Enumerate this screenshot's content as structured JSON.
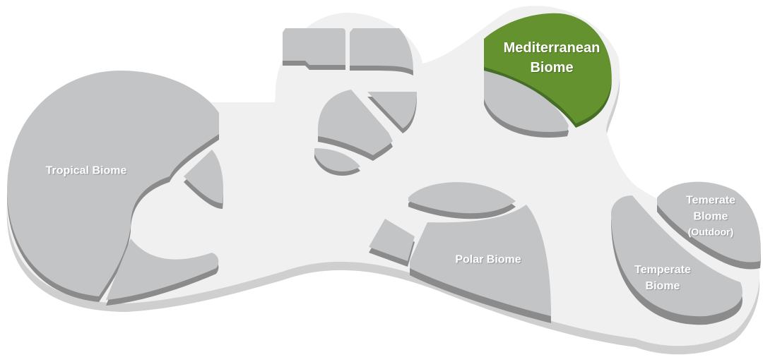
{
  "map": {
    "colors": {
      "base": "#f0f0f0",
      "zone": "#c3c4c6",
      "highlight": "#63922f"
    },
    "zones": {
      "mediterranean": {
        "line1": "Mediterranean",
        "line2": "Biome",
        "selected": true
      },
      "tropical": {
        "line1": "Tropical Biome"
      },
      "polar": {
        "line1": "Polar Biome"
      },
      "temperate": {
        "line1": "Temperate",
        "line2": "Biome"
      },
      "temperate_outdoor": {
        "line1": "Temerate",
        "line2": "Blome",
        "line3": "(Outdoor)"
      }
    }
  }
}
